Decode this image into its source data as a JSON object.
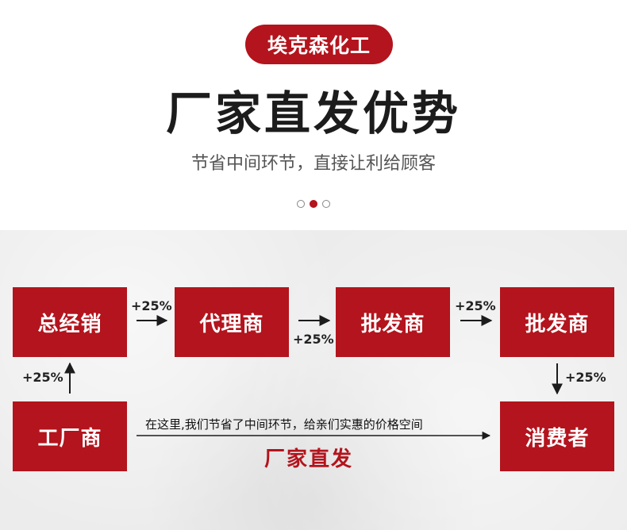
{
  "header": {
    "brand": "埃克森化工",
    "title": "厂家直发优势",
    "subtitle": "节省中间环节，直接让利给顾客",
    "carousel": {
      "count": 3,
      "active_index": 1
    }
  },
  "diagram": {
    "nodes": {
      "general_distributor": "总经销",
      "agent": "代理商",
      "wholesaler_1": "批发商",
      "wholesaler_2": "批发商",
      "factory": "工厂商",
      "consumer": "消费者"
    },
    "markups": {
      "factory_to_general": "+25%",
      "general_to_agent": "+25%",
      "agent_to_wholesaler": "+25%",
      "wholesaler_to_wholesaler": "+25%",
      "wholesaler_to_consumer": "+25%"
    },
    "direct_note": "在这里,我们节省了中间环节，给亲们实惠的价格空间",
    "direct_label": "厂家直发"
  },
  "colors": {
    "accent": "#b3141d",
    "text_dark": "#1c1c1c",
    "panel_bg": "#ececec"
  }
}
